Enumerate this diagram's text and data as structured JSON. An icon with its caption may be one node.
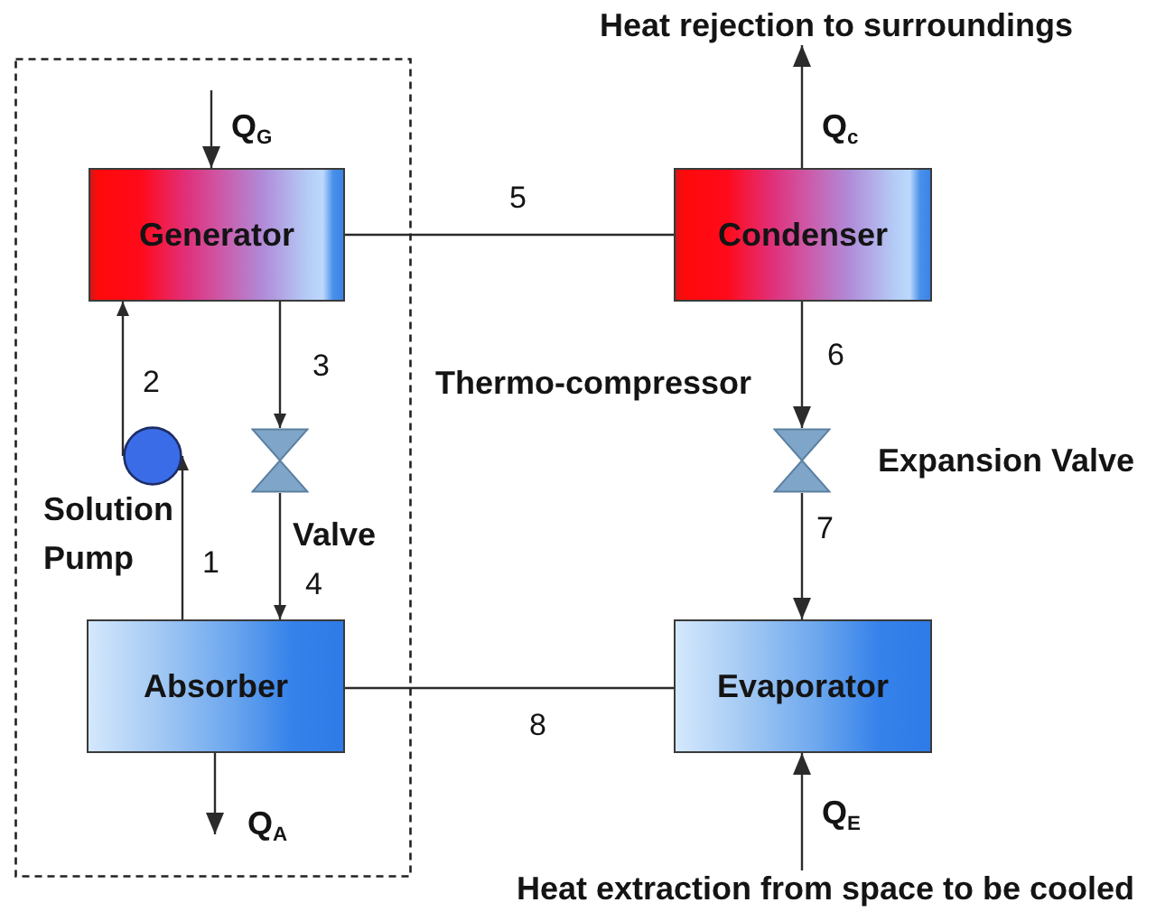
{
  "diagram": {
    "nodes": [
      {
        "text": [
          "Heat rejection to surroundings"
        ]
      },
      {
        "text": [
          "Thermo-compressor"
        ]
      },
      {
        "text": [
          "Generator"
        ],
        "in": 1
      },
      {
        "text": [
          "Condenser"
        ]
      },
      {
        "text": [],
        "shape": "circle",
        "in": 1,
        "beside": [
          "Solution Pump"
        ]
      },
      {
        "text": [],
        "shape": "bowtie",
        "in": 1,
        "beside": [
          "Valve"
        ]
      },
      {
        "text": [],
        "shape": "bowtie",
        "beside": [
          "Expansion Valve"
        ]
      },
      {
        "text": [
          "Absorber"
        ],
        "in": 1
      },
      {
        "text": [
          "Evaporator"
        ]
      },
      {
        "text": [
          "Heat extraction from space to be cooled"
        ]
      }
    ],
    "edges": [
      {
        "from": null,
        "to": 2,
        "arrow": "to",
        "label": "Q$_{G}$"
      },
      {
        "from": 3,
        "to": 0,
        "arrow": "to",
        "label": "Q$_{c}$"
      },
      {
        "from": 2,
        "to": 3,
        "arrow": "none",
        "label": "5"
      },
      {
        "from": 7,
        "to": 4,
        "arrow": "to",
        "label": "1"
      },
      {
        "from": 4,
        "to": 2,
        "arrow": "to",
        "label": "2"
      },
      {
        "from": 2,
        "to": 5,
        "arrow": "to",
        "label": "3"
      },
      {
        "from": 5,
        "to": 7,
        "arrow": "to",
        "label": "4"
      },
      {
        "from": 3,
        "to": 6,
        "arrow": "to",
        "label": "6"
      },
      {
        "from": 6,
        "to": 8,
        "arrow": "to",
        "label": "7"
      },
      {
        "from": 7,
        "to": 8,
        "arrow": "none",
        "label": "8"
      },
      {
        "from": 7,
        "to": null,
        "arrow": "to",
        "label": "Q$_{A}$"
      },
      {
        "from": 9,
        "to": 8,
        "arrow": "to",
        "label": "Q$_{E}$"
      }
    ]
  }
}
